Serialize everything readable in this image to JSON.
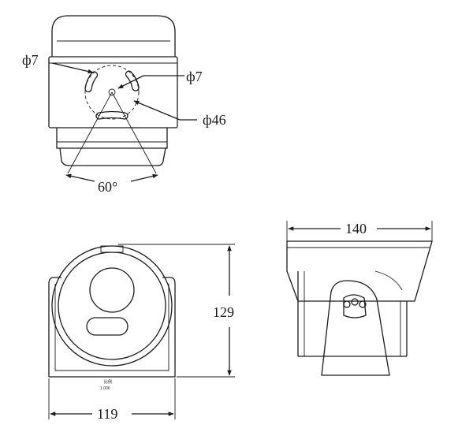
{
  "top_view": {
    "dim_hole_left": "ф7",
    "dim_hole_right": "ф7",
    "dim_bolt_circle": "ф46",
    "dim_angle": "60°"
  },
  "front_view": {
    "dim_height": "129",
    "dim_width": "119",
    "scale_label": "比例",
    "scale_value": "1.000"
  },
  "side_view": {
    "dim_width": "140"
  }
}
